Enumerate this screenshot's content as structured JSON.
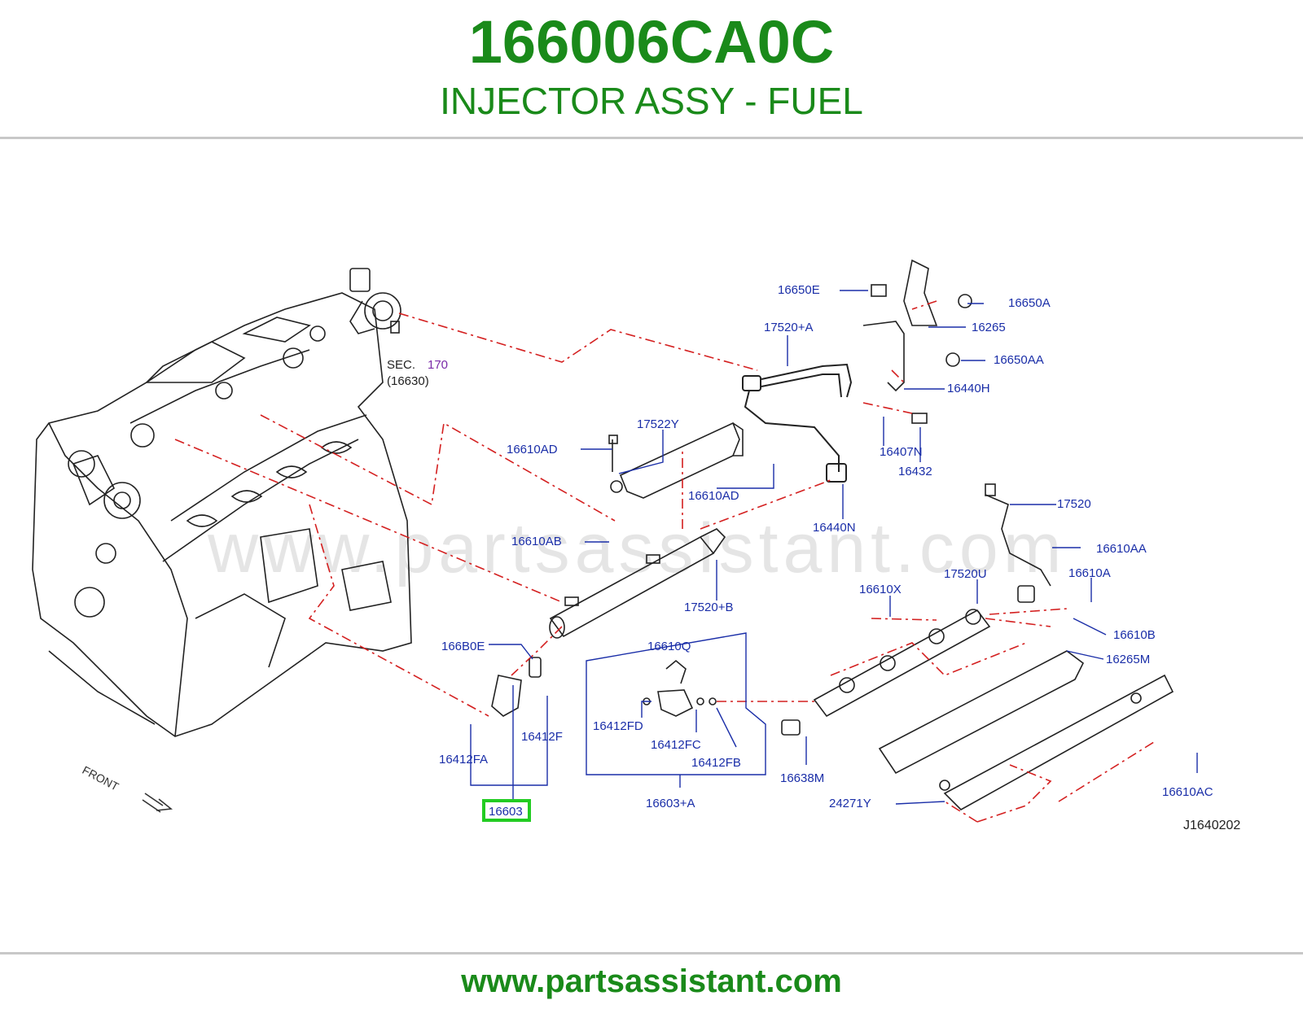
{
  "header": {
    "part_number": "166006CA0C",
    "part_name": "INJECTOR ASSY - FUEL"
  },
  "diagram": {
    "watermark": "www.partsassistant.com",
    "sec_label": "SEC.",
    "sec_number": "170",
    "sec_sub": "(16630)",
    "front_label": "FRONT",
    "reference_code": "J1640202",
    "highlighted_part": "16603",
    "labels": {
      "l16650E": "16650E",
      "l16650A": "16650A",
      "l16265": "16265",
      "l17520A": "17520+A",
      "l16650AA": "16650AA",
      "l16440H": "16440H",
      "l17522Y": "17522Y",
      "l16610AD_1": "16610AD",
      "l16407N": "16407N",
      "l16432": "16432",
      "l16610AD_2": "16610AD",
      "l17520": "17520",
      "l16440N": "16440N",
      "l16610AB": "16610AB",
      "l16610AA": "16610AA",
      "l16610A": "16610A",
      "l17520U": "17520U",
      "l16610X": "16610X",
      "l17520B": "17520+B",
      "l16610B": "16610B",
      "l166B0E": "166B0E",
      "l16610Q": "16610Q",
      "l16265M": "16265M",
      "l16412F": "16412F",
      "l16412FD": "16412FD",
      "l16412FC": "16412FC",
      "l16412FA": "16412FA",
      "l16412FB": "16412FB",
      "l16638M": "16638M",
      "l16610AC": "16610AC",
      "l16603A": "16603+A",
      "l24271Y": "24271Y"
    }
  },
  "footer": {
    "url": "www.partsassistant.com"
  },
  "colors": {
    "brand_green": "#1a8a1a",
    "callout_blue": "#1a2ea8",
    "leader_red": "#d42020",
    "highlight_green": "#22cc22"
  }
}
